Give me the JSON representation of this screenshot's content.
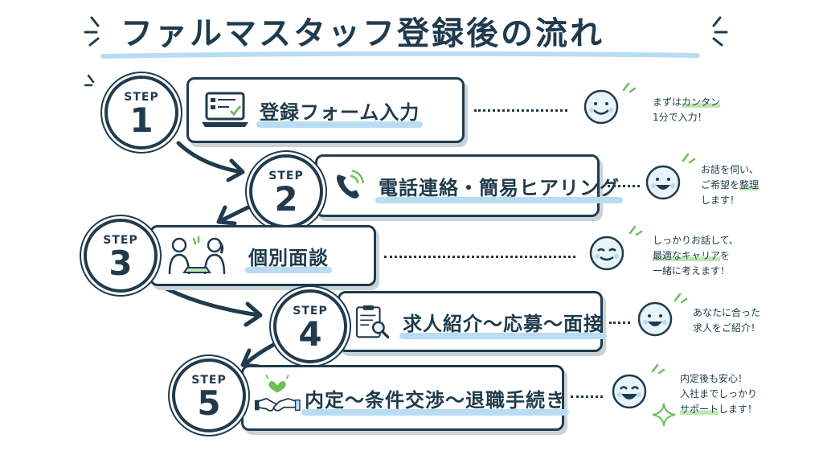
{
  "title": "ファルマスタッフ登録後の流れ",
  "step_word": "STEP",
  "steps": [
    {
      "num": "1",
      "label": "登録フォーム入力",
      "icon": "laptop-form-icon",
      "note": {
        "line1_pre": "まずは",
        "line1_hl": "カンタン",
        "line1_post": "",
        "line2_pre": "1分で入力！",
        "line2_hl": "",
        "line2_post": "",
        "line3": ""
      }
    },
    {
      "num": "2",
      "label": "電話連絡・簡易ヒアリング",
      "icon": "phone-icon",
      "note": {
        "line1_pre": "お話を伺い、",
        "line1_hl": "",
        "line1_post": "",
        "line2_pre": "ご希望を",
        "line2_hl": "整理",
        "line2_post": "",
        "line3": "します！"
      }
    },
    {
      "num": "3",
      "label": "個別面談",
      "icon": "interview-people-icon",
      "note": {
        "line1_pre": "しっかりお話して、",
        "line1_hl": "",
        "line1_post": "",
        "line2_pre": "",
        "line2_hl": "最適なキャリア",
        "line2_post": "を",
        "line3": "一緒に考えます！"
      }
    },
    {
      "num": "4",
      "label": "求人紹介〜応募〜面接",
      "icon": "clipboard-search-icon",
      "note": {
        "line1_pre": "あなたに合った",
        "line1_hl": "",
        "line1_post": "",
        "line2_pre": "求人をご紹介！",
        "line2_hl": "",
        "line2_post": "",
        "line3": ""
      }
    },
    {
      "num": "5",
      "label": "内定〜条件交渉〜退職手続き",
      "icon": "handshake-heart-icon",
      "note": {
        "line1_pre": "内定後も安心！",
        "line1_hl": "",
        "line1_post": "",
        "line2_pre": "入社までしっかり",
        "line2_hl": "",
        "line2_post": "",
        "line3_hl": "サポート",
        "line3": "します！"
      }
    }
  ],
  "colors": {
    "navy": "#1f3b4d",
    "highlight_blue": "#b9dcf2",
    "highlight_green": "#bde6b2",
    "accent_green": "#6cbf5a",
    "face_blue": "#e8f4fb"
  }
}
